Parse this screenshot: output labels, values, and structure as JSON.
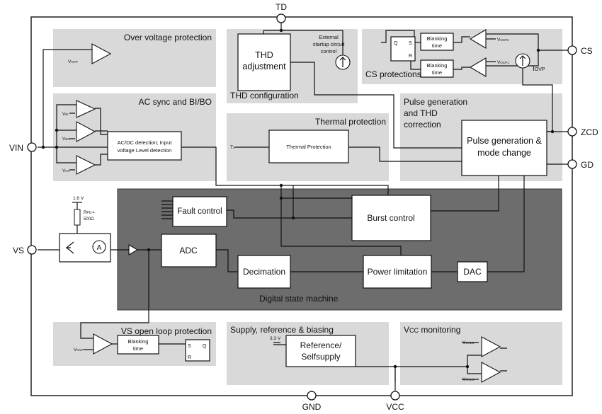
{
  "pins": {
    "td": "TD",
    "vin": "VIN",
    "vs": "VS",
    "cs": "CS",
    "zcd": "ZCD",
    "gd": "GD",
    "gnd": "GND",
    "vcc": "VCC"
  },
  "sections": {
    "over_voltage": "Over voltage protection",
    "ac_sync": "AC sync and BI/BO",
    "thd_config": "THD configuration",
    "cs_protections": "CS protections",
    "pulse_gen_thd_1": "Pulse generation",
    "pulse_gen_thd_2": "and THD",
    "pulse_gen_thd_3": "correction",
    "thermal": "Thermal protection",
    "digital_state_machine": "Digital state machine",
    "vs_open_loop": "VS open loop protection",
    "supply_ref": "Supply, reference & biasing",
    "vcc_monitoring_main": "V",
    "vcc_monitoring_sub": "CC",
    "vcc_monitoring_rest": " monitoring"
  },
  "blocks": {
    "thd_adjust_1": "THD",
    "thd_adjust_2": "adjustment",
    "ext_startup_1": "External",
    "ext_startup_2": "startup circuit",
    "ext_startup_3": "control",
    "blanking": "Blanking",
    "time": "time",
    "acdc_1": "AC/DC detection; Input",
    "acdc_2": "voltage Level detection",
    "thermal_protection": "Thermal Protection",
    "pulse_mode_1": "Pulse generation &",
    "pulse_mode_2": "mode change",
    "fault_control": "Fault control",
    "burst_control": "Burst control",
    "adc": "ADC",
    "decimation": "Decimation",
    "power_limitation": "Power limitation",
    "dac": "DAC",
    "reference_1": "Reference/",
    "reference_2": "Selfsupply",
    "ammeter": "A"
  },
  "labels": {
    "vovp": "V",
    "vovp_sub": "OVP",
    "vbi": "V",
    "vbi_sub": "BI",
    "vbo": "V",
    "vbo_sub": "BO",
    "vuv": "V",
    "vuv_sub": "UV",
    "vocp2": "V",
    "vocp2_sub": "OCP2",
    "vocp1": "V",
    "vocp1_sub": "OCP1",
    "iovp": "I",
    "iovp_sub": "OVP",
    "tj": "T",
    "tj_sub": "J",
    "v16": "1.6 V",
    "rpu_1": "R",
    "rpu_sub": "PU",
    "rpu_2": "=",
    "rpu_3": "500Ω",
    "vsvp": "V",
    "vsvp_sub": "OVP",
    "v33": "3.3 V",
    "vuvlo": "V",
    "vuvlo_sub": "UVLO",
    "vovlo": "V",
    "vovlo_sub": "OVLO",
    "ff_q": "Q",
    "ff_s": "S",
    "ff_r": "R",
    "ff2_s": "S",
    "ff2_q": "Q",
    "ff2_r": "R"
  }
}
